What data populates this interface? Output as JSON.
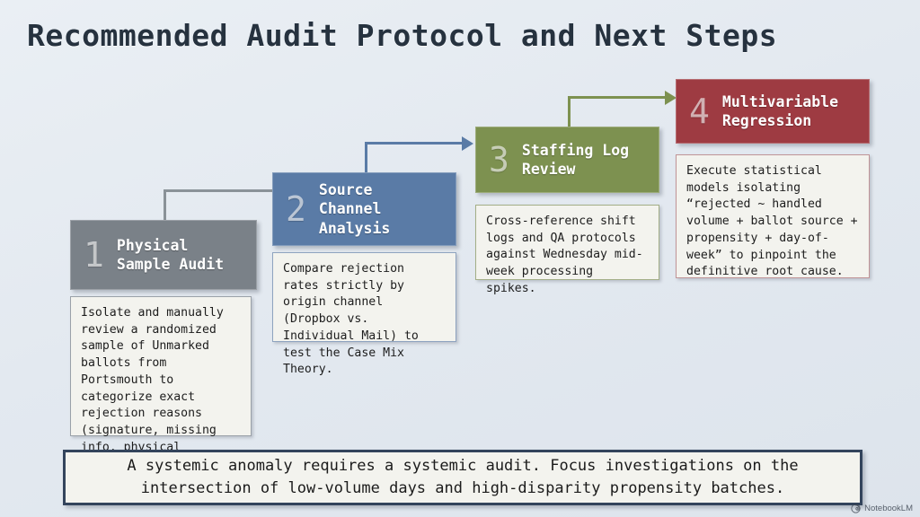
{
  "slide": {
    "title": "Recommended Audit Protocol and Next Steps",
    "background_color": "#e4eaf0",
    "title_color": "#26323f"
  },
  "steps": [
    {
      "number": "1",
      "title": "Physical\nSample Audit",
      "color": "#7a8188",
      "description": "Isolate and manually review a randomized sample of Unmarked ballots from Portsmouth to categorize exact rejection reasons (signature, missing info, physical damage)."
    },
    {
      "number": "2",
      "title": "Source\nChannel\nAnalysis",
      "color": "#5a7ba6",
      "description": "Compare rejection rates strictly by origin channel (Dropbox vs. Individual Mail) to test the Case Mix Theory."
    },
    {
      "number": "3",
      "title": "Staffing Log\nReview",
      "color": "#7d9150",
      "description": "Cross-reference shift logs and QA protocols against Wednesday mid-week processing spikes."
    },
    {
      "number": "4",
      "title": "Multivariable\nRegression",
      "color": "#9e3b42",
      "description": "Execute statistical models isolating “rejected ~ handled volume + ballot source + propensity + day-of-week” to pinpoint the definitive root cause."
    }
  ],
  "connectors": [
    {
      "from": "1",
      "to": "2",
      "color": "#8a9298"
    },
    {
      "from": "2",
      "to": "3",
      "color": "#5a7ba6"
    },
    {
      "from": "3",
      "to": "4",
      "color": "#7d9150"
    }
  ],
  "summary_banner": {
    "line1": "A systemic anomaly requires a systemic audit. Focus investigations on the",
    "line2": "intersection of low-volume days and high-disparity propensity batches.",
    "border_color": "#33445c"
  },
  "watermark": {
    "label": "NotebookLM",
    "icon": "notebooklm-spiral-icon"
  }
}
